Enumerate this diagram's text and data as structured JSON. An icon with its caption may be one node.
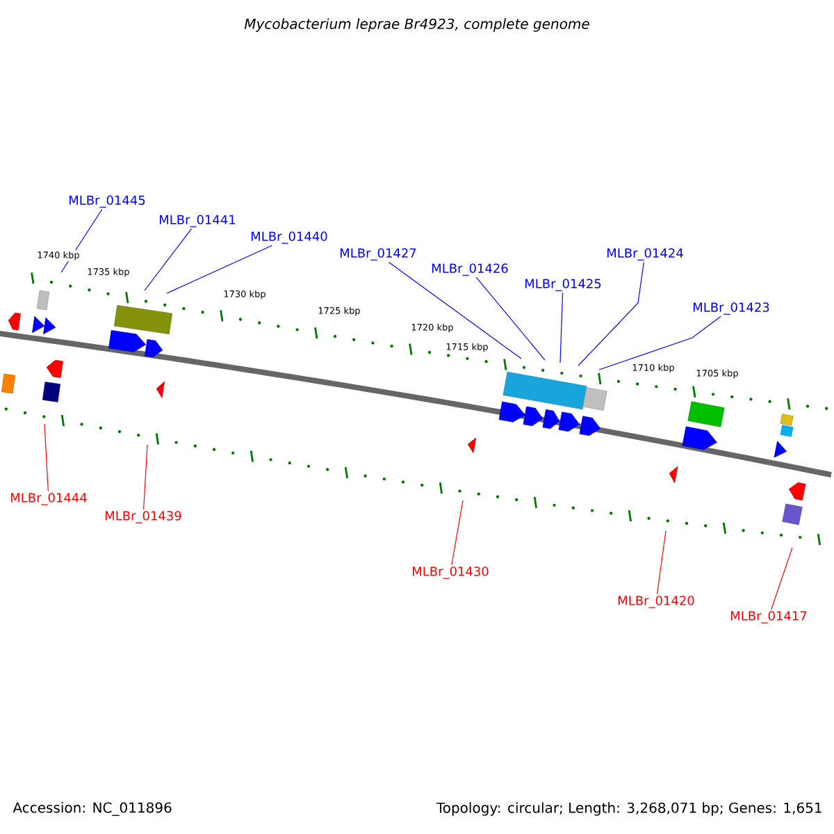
{
  "diagram": {
    "title": "Mycobacterium leprae Br4923, complete genome",
    "nodes": [
      {
        "text": [
          "MLBr_01445"
        ]
      },
      {
        "text": [
          "MLBr_01441"
        ]
      },
      {
        "text": [
          "MLBr_01440"
        ]
      },
      {
        "text": [
          "MLBr_01427"
        ]
      },
      {
        "text": [
          "MLBr_01426"
        ]
      },
      {
        "text": [
          "MLBr_01425"
        ]
      },
      {
        "text": [
          "MLBr_01424"
        ]
      },
      {
        "text": [
          "MLBr_01423"
        ]
      },
      {
        "text": [
          "MLBr_01444"
        ]
      },
      {
        "text": [
          "MLBr_01439"
        ]
      },
      {
        "text": [
          "MLBr_01430"
        ]
      },
      {
        "text": [
          "MLBr_01420"
        ]
      },
      {
        "text": [
          "MLBr_01417"
        ]
      }
    ],
    "edges": [
      {
        "from": 0,
        "to": null,
        "arrow": "none"
      },
      {
        "from": 1,
        "to": null,
        "arrow": "none"
      },
      {
        "from": 2,
        "to": null,
        "arrow": "none"
      },
      {
        "from": 3,
        "to": null,
        "arrow": "none"
      },
      {
        "from": 4,
        "to": null,
        "arrow": "none"
      },
      {
        "from": 5,
        "to": null,
        "arrow": "none"
      },
      {
        "from": 6,
        "to": null,
        "arrow": "none"
      },
      {
        "from": 7,
        "to": null,
        "arrow": "none"
      },
      {
        "from": 8,
        "to": null,
        "arrow": "none",
        "color": "#ff0000"
      },
      {
        "from": 9,
        "to": null,
        "arrow": "none",
        "color": "#ff0000"
      },
      {
        "from": 10,
        "to": null,
        "arrow": "none",
        "color": "#ff0000"
      },
      {
        "from": 11,
        "to": null,
        "arrow": "none",
        "color": "#ff0000"
      },
      {
        "from": 12,
        "to": null,
        "arrow": "none",
        "color": "#ff0000"
      }
    ],
    "labels": [
      "1740 kbp",
      "1735 kbp",
      "1730 kbp",
      "1725 kbp",
      "1720 kbp",
      "1715 kbp",
      "1710 kbp",
      "1705 kbp",
      "Accession: NC_011896",
      "Topology: circular; Length: 3,268,071 bp; Genes: 1,651"
    ]
  }
}
